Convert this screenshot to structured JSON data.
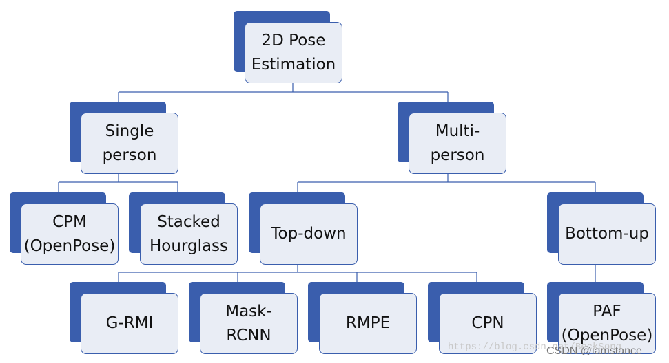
{
  "diagram": {
    "colors": {
      "shadow": "#3a5ead",
      "card_fill": "#e9edf5",
      "connector": "#3a5ead",
      "text": "#111111"
    },
    "nodes": {
      "root": "2D Pose\nEstimation",
      "single_person": "Single\nperson",
      "multi_person": "Multi-\nperson",
      "cpm": "CPM\n(OpenPose)",
      "stacked_hourglass": "Stacked\nHourglass",
      "top_down": "Top-down",
      "bottom_up": "Bottom-up",
      "g_rmi": "G-RMI",
      "mask_rcnn": "Mask-\nRCNN",
      "rmpe": "RMPE",
      "cpn": "CPN",
      "paf": "PAF\n(OpenPose)"
    }
  },
  "watermark": {
    "url_text": "https://blog.csdn.net/BeckSong",
    "credit_text": "CSDN @iamstance"
  }
}
